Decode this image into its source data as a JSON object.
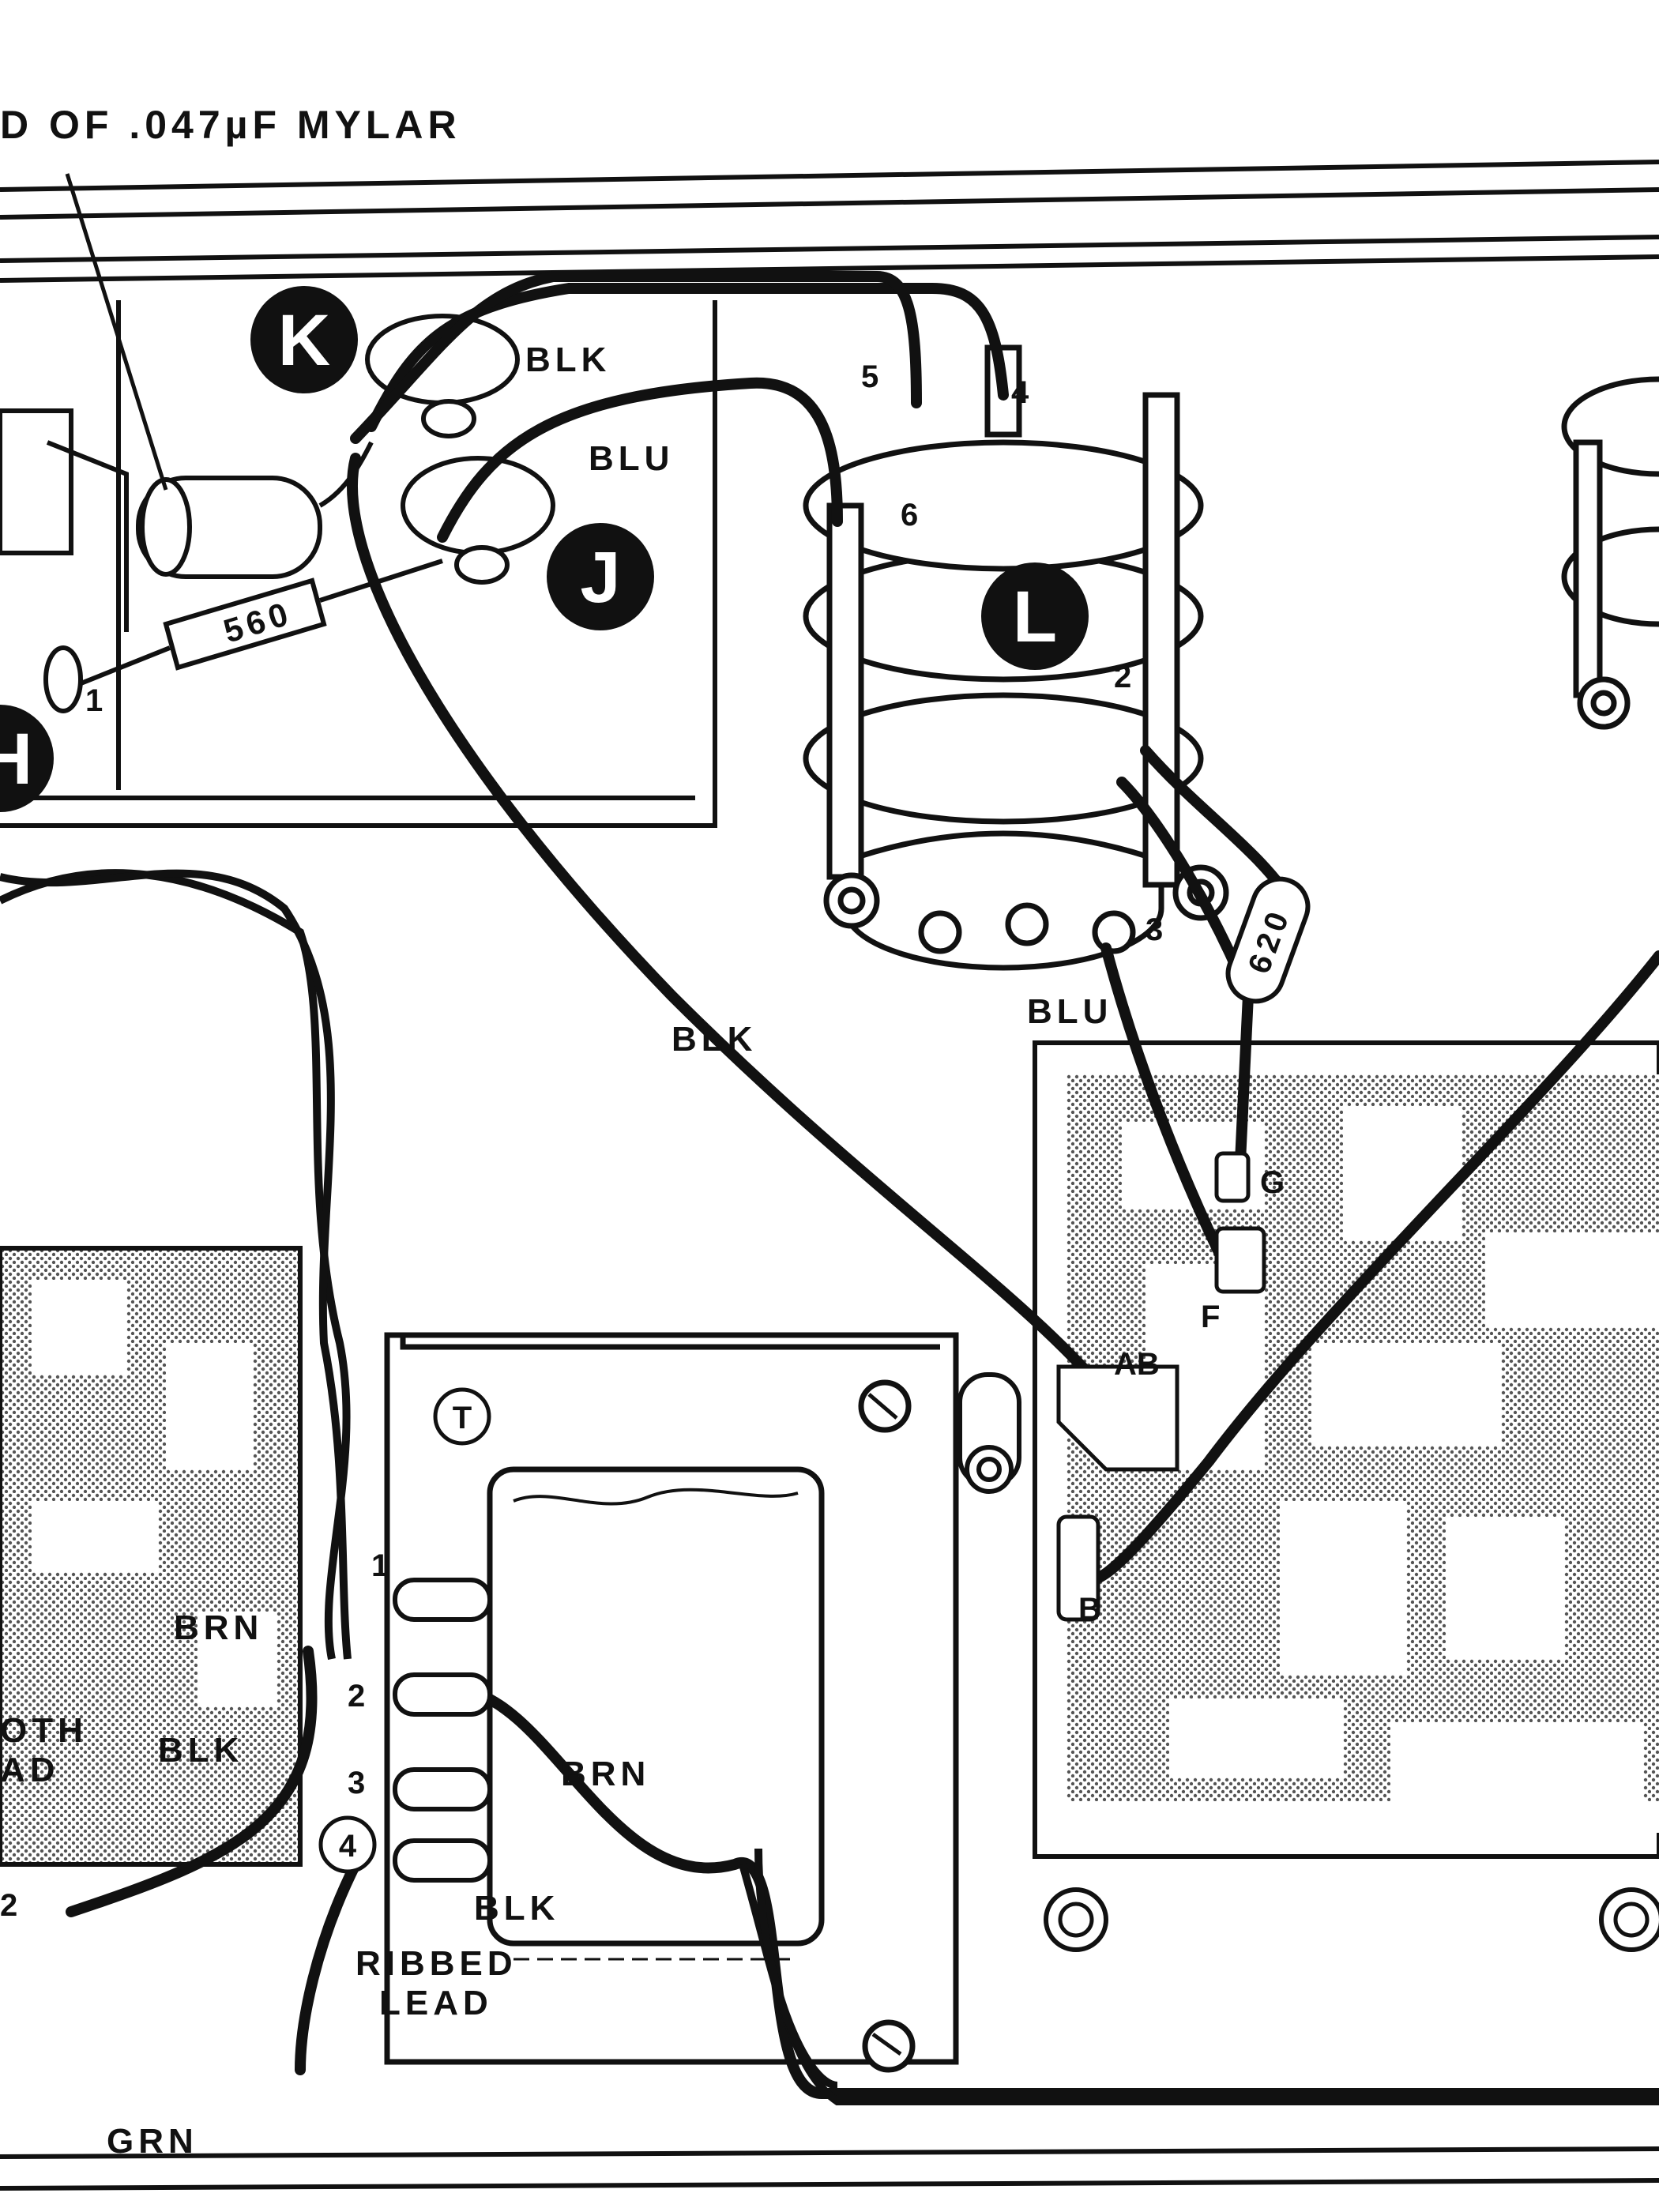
{
  "header_note": "D OF .047µF MYLAR",
  "callouts": {
    "k": "K",
    "j": "J",
    "l": "L",
    "h": "H"
  },
  "wire_labels": {
    "blk_k": "BLK",
    "blu_j": "BLU",
    "blk_long": "BLK",
    "blu_l": "BLU",
    "brn_1": "BRN",
    "blk_left": "BLK",
    "brn_2": "BRN",
    "blk_4": "BLK",
    "grn": "GRN"
  },
  "component_values": {
    "resistor_560": "560",
    "resistor_620": "620"
  },
  "pin_numbers": {
    "l_4": "4",
    "l_5": "5",
    "l_6": "6",
    "l_2": "2",
    "l_3": "3",
    "h_1": "1",
    "t_1": "1",
    "t_2": "2",
    "t_3": "3",
    "t_4": "4",
    "left_2": "2"
  },
  "pcb_labels": {
    "g": "G",
    "f": "F",
    "ab": "AB",
    "b": "B"
  },
  "transformer_label": "T",
  "ribbed_lead": {
    "line1": "RIBBED",
    "line2": "LEAD"
  },
  "left_partial": {
    "line1": "OTH",
    "line2": "AD"
  },
  "colors": {
    "ink": "#111111",
    "paper": "#ffffff",
    "stipple": "#9a9a9a"
  }
}
